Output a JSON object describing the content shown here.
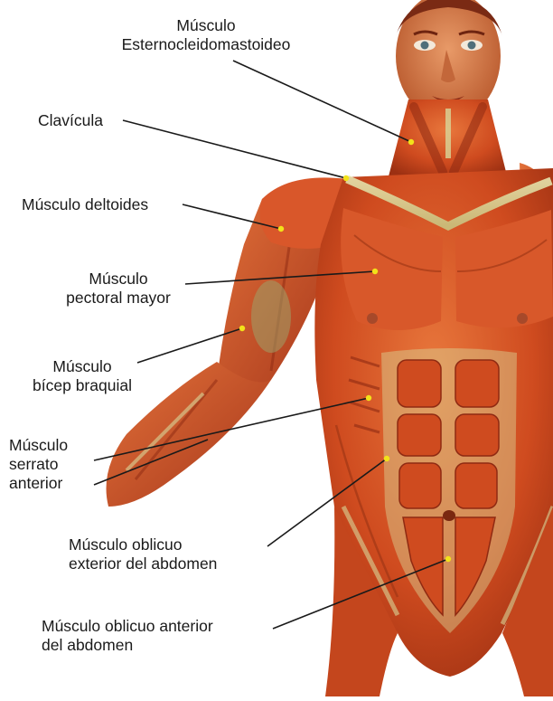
{
  "labels": {
    "esternocleidomastoideo": [
      "Músculo",
      "Esternocleidomastoideo"
    ],
    "clavicula": [
      "Clavícula"
    ],
    "deltoides": [
      "Músculo deltoides"
    ],
    "pectoral": [
      "Músculo",
      "pectoral mayor"
    ],
    "bicep": [
      "Músculo",
      "bícep braquial"
    ],
    "serrato": [
      "Músculo",
      "serrato",
      "anterior"
    ],
    "oblicuo_exterior": [
      "Músculo oblicuo",
      "exterior del abdomen"
    ],
    "oblicuo_anterior": [
      "Músculo oblicuo anterior",
      "del abdomen"
    ]
  },
  "colors": {
    "muscle": "#c9491f",
    "muscle_dark": "#8f2a12",
    "muscle_light": "#e57a3e",
    "skin": "#d8905e",
    "tendon": "#d9d79a",
    "leader_line": "#1a1a1a",
    "marker": "#f2e21a"
  }
}
